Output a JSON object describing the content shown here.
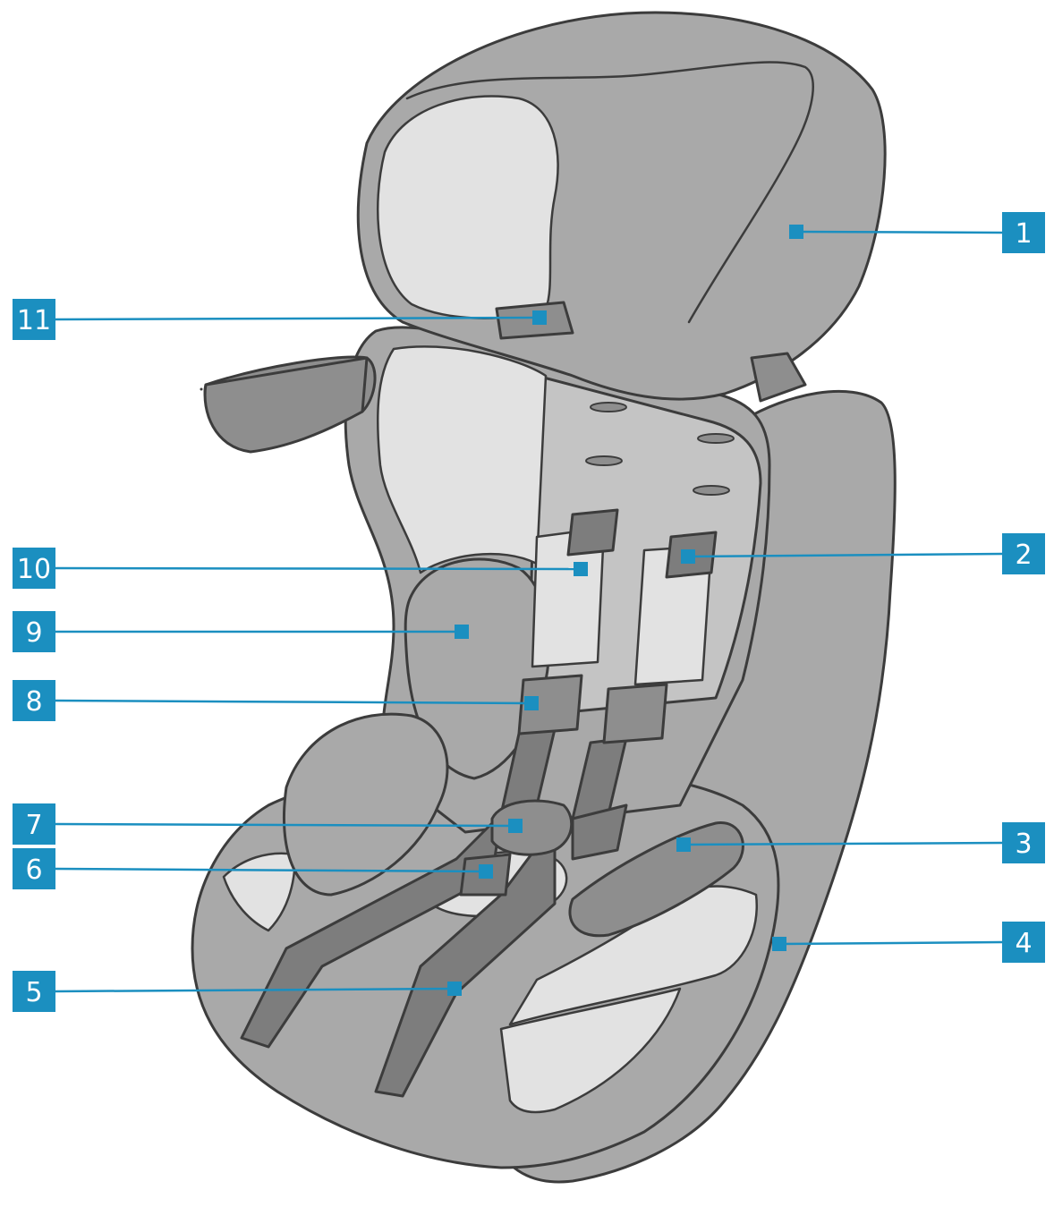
{
  "colors": {
    "accent": "#1b8fc0",
    "outline": "#3c3c3c",
    "shell": "#a9a9a9",
    "shell_dark": "#8e8e8e",
    "fabric": "#c4c4c4",
    "fabric_light": "#e2e2e2",
    "harness": "#7d7d7d",
    "background": "#ffffff"
  },
  "callouts": [
    {
      "label": "1"
    },
    {
      "label": "2"
    },
    {
      "label": "3"
    },
    {
      "label": "4"
    },
    {
      "label": "5"
    },
    {
      "label": "6"
    },
    {
      "label": "7"
    },
    {
      "label": "8"
    },
    {
      "label": "9"
    },
    {
      "label": "10"
    },
    {
      "label": "11"
    }
  ]
}
